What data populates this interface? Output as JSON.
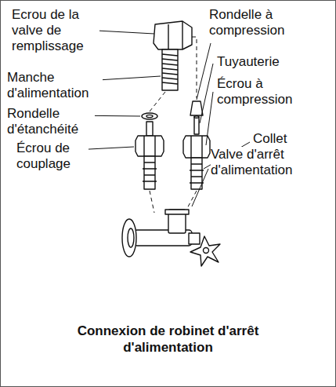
{
  "diagram": {
    "caption": "Connexion de robinet d'arrêt d'alimentation",
    "labels": [
      "Ecrou de la valve de remplissage",
      "Rondelle à compression",
      "Tuyauterie",
      "Manche d'alimentation",
      "Écrou à compression",
      "Rondelle d'étanchéité",
      "Écrou de couplage",
      "Collet",
      "Valve d'arrêt d'alimentation"
    ]
  }
}
